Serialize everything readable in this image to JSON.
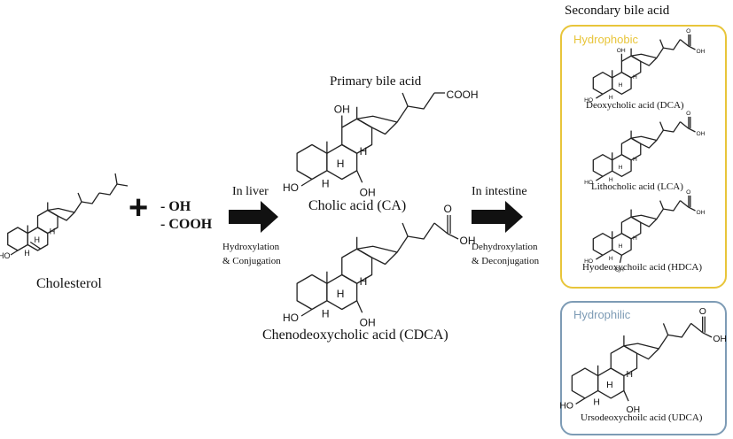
{
  "titles": {
    "secondary": "Secondary bile acid",
    "primary": "Primary bile acid"
  },
  "start": {
    "name": "Cholesterol",
    "plus": "+",
    "groups": [
      "- OH",
      "- COOH"
    ]
  },
  "step1": {
    "location": "In liver",
    "process": [
      "Hydroxylation",
      "& Conjugation"
    ]
  },
  "step2": {
    "location": "In intestine",
    "process": [
      "Dehydroxylation",
      "& Deconjugation"
    ]
  },
  "primary_acids": [
    {
      "name": "Cholic acid (CA)"
    },
    {
      "name": "Chenodeoxycholic acid (CDCA)"
    }
  ],
  "hydrophobic": {
    "label": "Hydrophobic",
    "color": "#e8c53a",
    "acids": [
      {
        "name": "Deoxycholic acid (DCA)"
      },
      {
        "name": "Lithocholic acid (LCA)"
      },
      {
        "name": "Hyodeoxychoilc acid (HDCA)"
      }
    ]
  },
  "hydrophilic": {
    "label": "Hydrophilic",
    "color": "#7d9bb5",
    "acids": [
      {
        "name": "Ursodeoxychoilc acid (UDCA)"
      }
    ]
  },
  "structure_labels": {
    "oh": "OH",
    "ho": "HO",
    "h": "H",
    "cooh": "COOH",
    "o": "O"
  }
}
